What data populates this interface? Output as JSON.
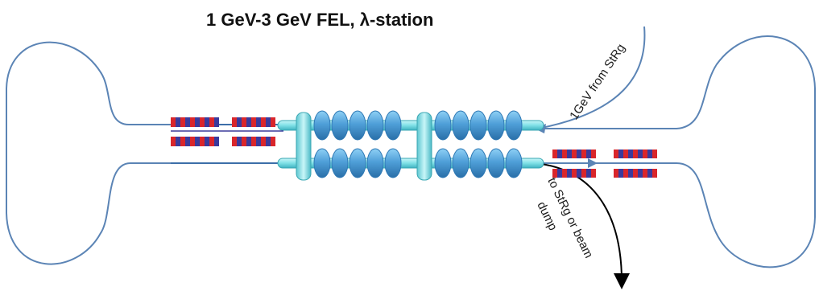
{
  "diagram": {
    "title": "1 GeV-3 GeV FEL, λ-station",
    "labels": {
      "injection": "1GeV from StRg",
      "extraction_line1": "to StRg or beam",
      "extraction_line2": "dump"
    },
    "colors": {
      "beamline": "#5b84b5",
      "cavity": "#4f9fd8",
      "cavity_dark": "#2f79b5",
      "cryostat": "#7fe0e6",
      "magnet_red": "#d9262b",
      "magnet_blue": "#3a3a9c",
      "arrow": "#000000"
    },
    "components": {
      "left_undulators": 4,
      "right_undulators": 4,
      "cavity_cells_per_module": 5,
      "linac_modules": 4
    }
  }
}
